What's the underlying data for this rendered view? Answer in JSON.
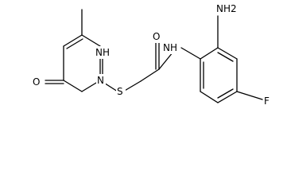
{
  "molecule": {
    "atoms": {
      "nh2": "NH2",
      "ring_nh": "NH",
      "amide_nh": "NH",
      "ring_n": "N",
      "ring_o": "O",
      "amide_o": "O",
      "sulfur": "S",
      "fluorine": "F"
    }
  },
  "colors": {
    "bond": "#000000",
    "text": "#000000",
    "background": "#ffffff"
  }
}
